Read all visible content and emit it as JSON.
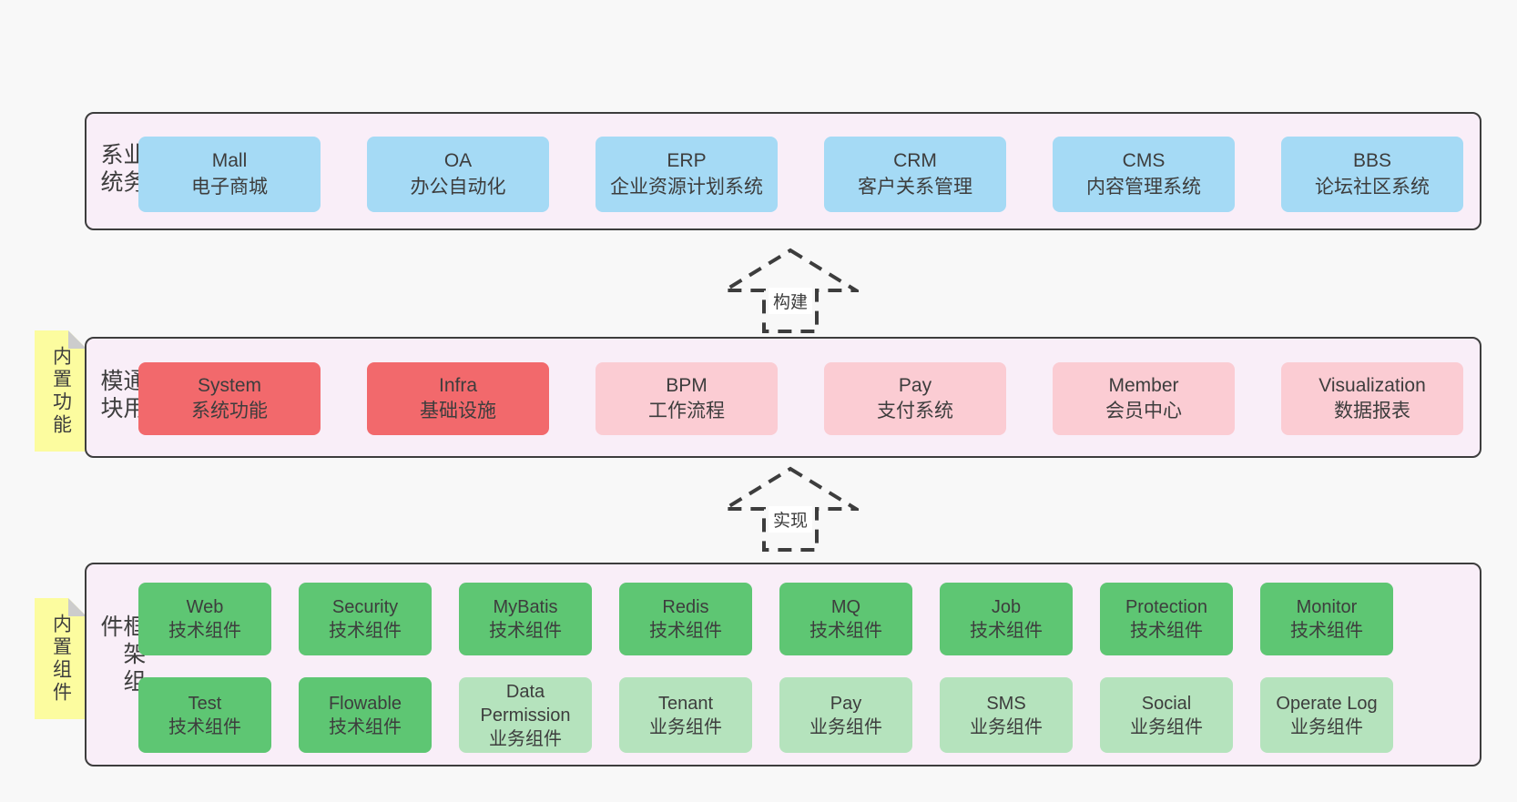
{
  "colors": {
    "page_bg": "#f8f8f8",
    "panel_bg": "#f9eef8",
    "panel_border": "#3d3d3d",
    "text": "#3d3d3d",
    "blue": "#a5daf5",
    "red": "#f2696c",
    "pink": "#fbccd3",
    "green": "#5ec673",
    "light_green": "#b5e3bd",
    "note_yellow": "#fcfc9f",
    "note_fold": "#cccccc"
  },
  "arrows": [
    {
      "label": "构建"
    },
    {
      "label": "实现"
    }
  ],
  "layers": [
    {
      "label": "业务系统",
      "boxes": [
        {
          "title": "Mall",
          "subtitle": "电子商城",
          "color": "blue"
        },
        {
          "title": "OA",
          "subtitle": "办公自动化",
          "color": "blue"
        },
        {
          "title": "ERP",
          "subtitle": "企业资源计划系统",
          "color": "blue"
        },
        {
          "title": "CRM",
          "subtitle": "客户关系管理",
          "color": "blue"
        },
        {
          "title": "CMS",
          "subtitle": "内容管理系统",
          "color": "blue"
        },
        {
          "title": "BBS",
          "subtitle": "论坛社区系统",
          "color": "blue"
        }
      ]
    },
    {
      "label": "通用模块",
      "note": "内置功能",
      "boxes": [
        {
          "title": "System",
          "subtitle": "系统功能",
          "color": "red"
        },
        {
          "title": "Infra",
          "subtitle": "基础设施",
          "color": "red"
        },
        {
          "title": "BPM",
          "subtitle": "工作流程",
          "color": "pink"
        },
        {
          "title": "Pay",
          "subtitle": "支付系统",
          "color": "pink"
        },
        {
          "title": "Member",
          "subtitle": "会员中心",
          "color": "pink"
        },
        {
          "title": "Visualization",
          "subtitle": "数据报表",
          "color": "pink"
        }
      ]
    },
    {
      "label": "框架组件",
      "note": "内置组件",
      "rows": [
        [
          {
            "title": "Web",
            "subtitle": "技术组件",
            "color": "green"
          },
          {
            "title": "Security",
            "subtitle": "技术组件",
            "color": "green"
          },
          {
            "title": "MyBatis",
            "subtitle": "技术组件",
            "color": "green"
          },
          {
            "title": "Redis",
            "subtitle": "技术组件",
            "color": "green"
          },
          {
            "title": "MQ",
            "subtitle": "技术组件",
            "color": "green"
          },
          {
            "title": "Job",
            "subtitle": "技术组件",
            "color": "green"
          },
          {
            "title": "Protection",
            "subtitle": "技术组件",
            "color": "green"
          },
          {
            "title": "Monitor",
            "subtitle": "技术组件",
            "color": "green"
          }
        ],
        [
          {
            "title": "Test",
            "subtitle": "技术组件",
            "color": "green"
          },
          {
            "title": "Flowable",
            "subtitle": "技术组件",
            "color": "green"
          },
          {
            "title": "Data Permission",
            "subtitle": "业务组件",
            "color": "light_green"
          },
          {
            "title": "Tenant",
            "subtitle": "业务组件",
            "color": "light_green"
          },
          {
            "title": "Pay",
            "subtitle": "业务组件",
            "color": "light_green"
          },
          {
            "title": "SMS",
            "subtitle": "业务组件",
            "color": "light_green"
          },
          {
            "title": "Social",
            "subtitle": "业务组件",
            "color": "light_green"
          },
          {
            "title": "Operate Log",
            "subtitle": "业务组件",
            "color": "light_green"
          }
        ]
      ]
    }
  ]
}
